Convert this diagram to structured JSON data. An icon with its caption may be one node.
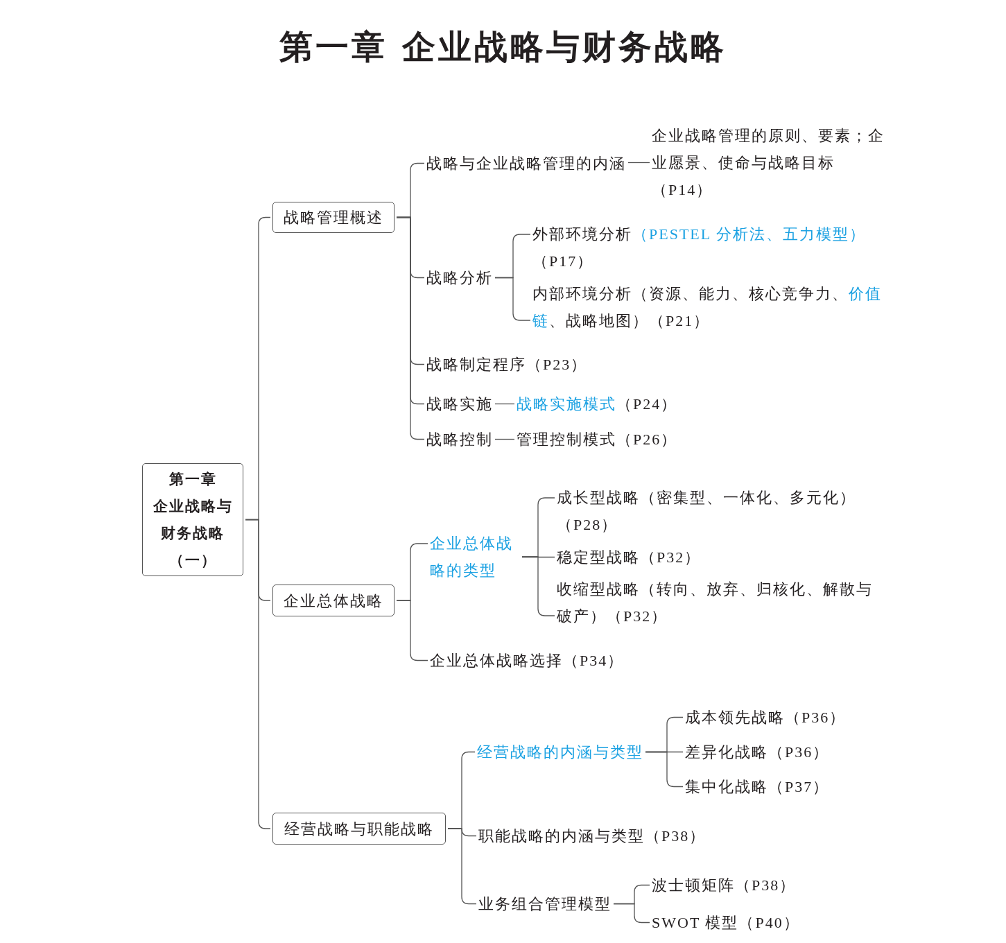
{
  "diagram": {
    "title": "第一章 企业战略与财务战略",
    "nodes": [
      {
        "text": [
          "第一章",
          "企业战略与财务战略（一）"
        ]
      },
      {
        "text": [
          "战略管理概述"
        ]
      },
      {
        "text": [
          "战略与企业战略管理的内涵"
        ]
      },
      {
        "text": [
          "企业战略管理的原则、要素；企业愿景、使命与战略目标（P14）"
        ]
      },
      {
        "text": [
          "战略分析"
        ]
      },
      {
        "text": [
          "外部环境分析**（PESTEL 分析法、五力模型）**（P17）"
        ]
      },
      {
        "text": [
          "内部环境分析（资源、能力、核心竞争力、**价值链**、战略地图）（P21）"
        ]
      },
      {
        "text": [
          "战略制定程序（P23）"
        ]
      },
      {
        "text": [
          "战略实施"
        ]
      },
      {
        "text": [
          "**战略实施模式**（P24）"
        ]
      },
      {
        "text": [
          "战略控制"
        ]
      },
      {
        "text": [
          "管理控制模式（P26）"
        ]
      },
      {
        "text": [
          "企业总体战略"
        ]
      },
      {
        "text": [
          "企业总体战略的类型"
        ]
      },
      {
        "text": [
          "成长型战略（密集型、一体化、多元化）（P28）"
        ]
      },
      {
        "text": [
          "稳定型战略（P32）"
        ]
      },
      {
        "text": [
          "收缩型战略（转向、放弃、归核化、解散与破产）（P32）"
        ]
      },
      {
        "text": [
          "企业总体战略选择（P34）"
        ]
      },
      {
        "text": [
          "经营战略与职能战略"
        ]
      },
      {
        "text": [
          "经营战略的内涵与类型"
        ]
      },
      {
        "text": [
          "成本领先战略（P36）"
        ]
      },
      {
        "text": [
          "差异化战略（P36）"
        ]
      },
      {
        "text": [
          "集中化战略（P37）"
        ]
      },
      {
        "text": [
          "职能战略的内涵与类型（P38）"
        ]
      },
      {
        "text": [
          "业务组合管理模型"
        ]
      },
      {
        "text": [
          "波士顿矩阵（P38）"
        ]
      },
      {
        "text": [
          "SWOT 模型（P40）"
        ]
      }
    ],
    "edges": [
      {
        "from": 0,
        "to": 1,
        "arrow": "none"
      },
      {
        "from": 0,
        "to": 12,
        "arrow": "none"
      },
      {
        "from": 0,
        "to": 18,
        "arrow": "none"
      },
      {
        "from": 1,
        "to": 2,
        "arrow": "none"
      },
      {
        "from": 1,
        "to": 4,
        "arrow": "none"
      },
      {
        "from": 1,
        "to": 7,
        "arrow": "none"
      },
      {
        "from": 1,
        "to": 8,
        "arrow": "none"
      },
      {
        "from": 1,
        "to": 10,
        "arrow": "none"
      },
      {
        "from": 2,
        "to": 3,
        "arrow": "none"
      },
      {
        "from": 4,
        "to": 5,
        "arrow": "none"
      },
      {
        "from": 4,
        "to": 6,
        "arrow": "none"
      },
      {
        "from": 8,
        "to": 9,
        "arrow": "none"
      },
      {
        "from": 10,
        "to": 11,
        "arrow": "none"
      },
      {
        "from": 12,
        "to": 13,
        "arrow": "none"
      },
      {
        "from": 12,
        "to": 17,
        "arrow": "none"
      },
      {
        "from": 13,
        "to": 14,
        "arrow": "none"
      },
      {
        "from": 13,
        "to": 15,
        "arrow": "none"
      },
      {
        "from": 13,
        "to": 16,
        "arrow": "none"
      },
      {
        "from": 18,
        "to": 19,
        "arrow": "none"
      },
      {
        "from": 18,
        "to": 23,
        "arrow": "none"
      },
      {
        "from": 18,
        "to": 24,
        "arrow": "none"
      },
      {
        "from": 19,
        "to": 20,
        "arrow": "none"
      },
      {
        "from": 19,
        "to": 21,
        "arrow": "none"
      },
      {
        "from": 19,
        "to": 22,
        "arrow": "none"
      },
      {
        "from": 24,
        "to": 25,
        "arrow": "none"
      },
      {
        "from": 24,
        "to": 26,
        "arrow": "none"
      }
    ]
  }
}
